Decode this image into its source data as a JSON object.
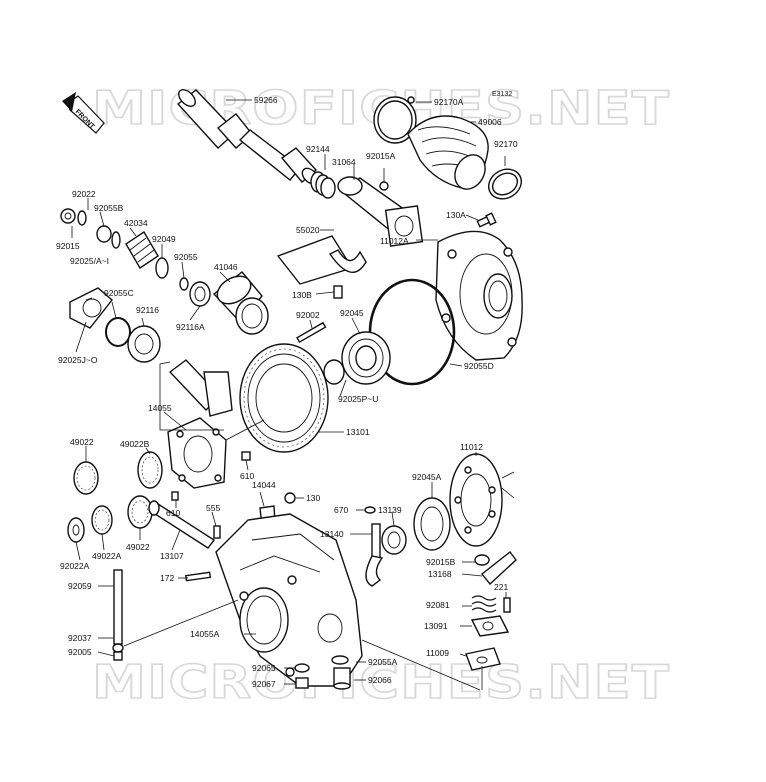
{
  "diagram_id": "E3132",
  "front_label": "FRONT",
  "watermarks": [
    "MICROFICHES.NET",
    "MICROFICHES.NET"
  ],
  "part_labels": [
    "59266",
    "92170A",
    "49006",
    "92170",
    "92144",
    "31064",
    "92015A",
    "130A",
    "92022",
    "92055B",
    "42034",
    "92049",
    "92015",
    "92025/A~I",
    "92055",
    "41046",
    "55020",
    "11012A",
    "130B",
    "92055C",
    "92116",
    "92116A",
    "92002",
    "92045",
    "92025J~O",
    "92055D",
    "92025P~U",
    "14055",
    "13101",
    "49022",
    "49022B",
    "11012",
    "610",
    "14044",
    "130",
    "92045A",
    "610",
    "555",
    "670",
    "13139",
    "49022",
    "92022A",
    "49022A",
    "13107",
    "13140",
    "92015B",
    "13168",
    "172",
    "92059",
    "221",
    "92081",
    "13091",
    "14055A",
    "92037",
    "11009",
    "92005",
    "92065",
    "92055A",
    "92067",
    "92066"
  ]
}
